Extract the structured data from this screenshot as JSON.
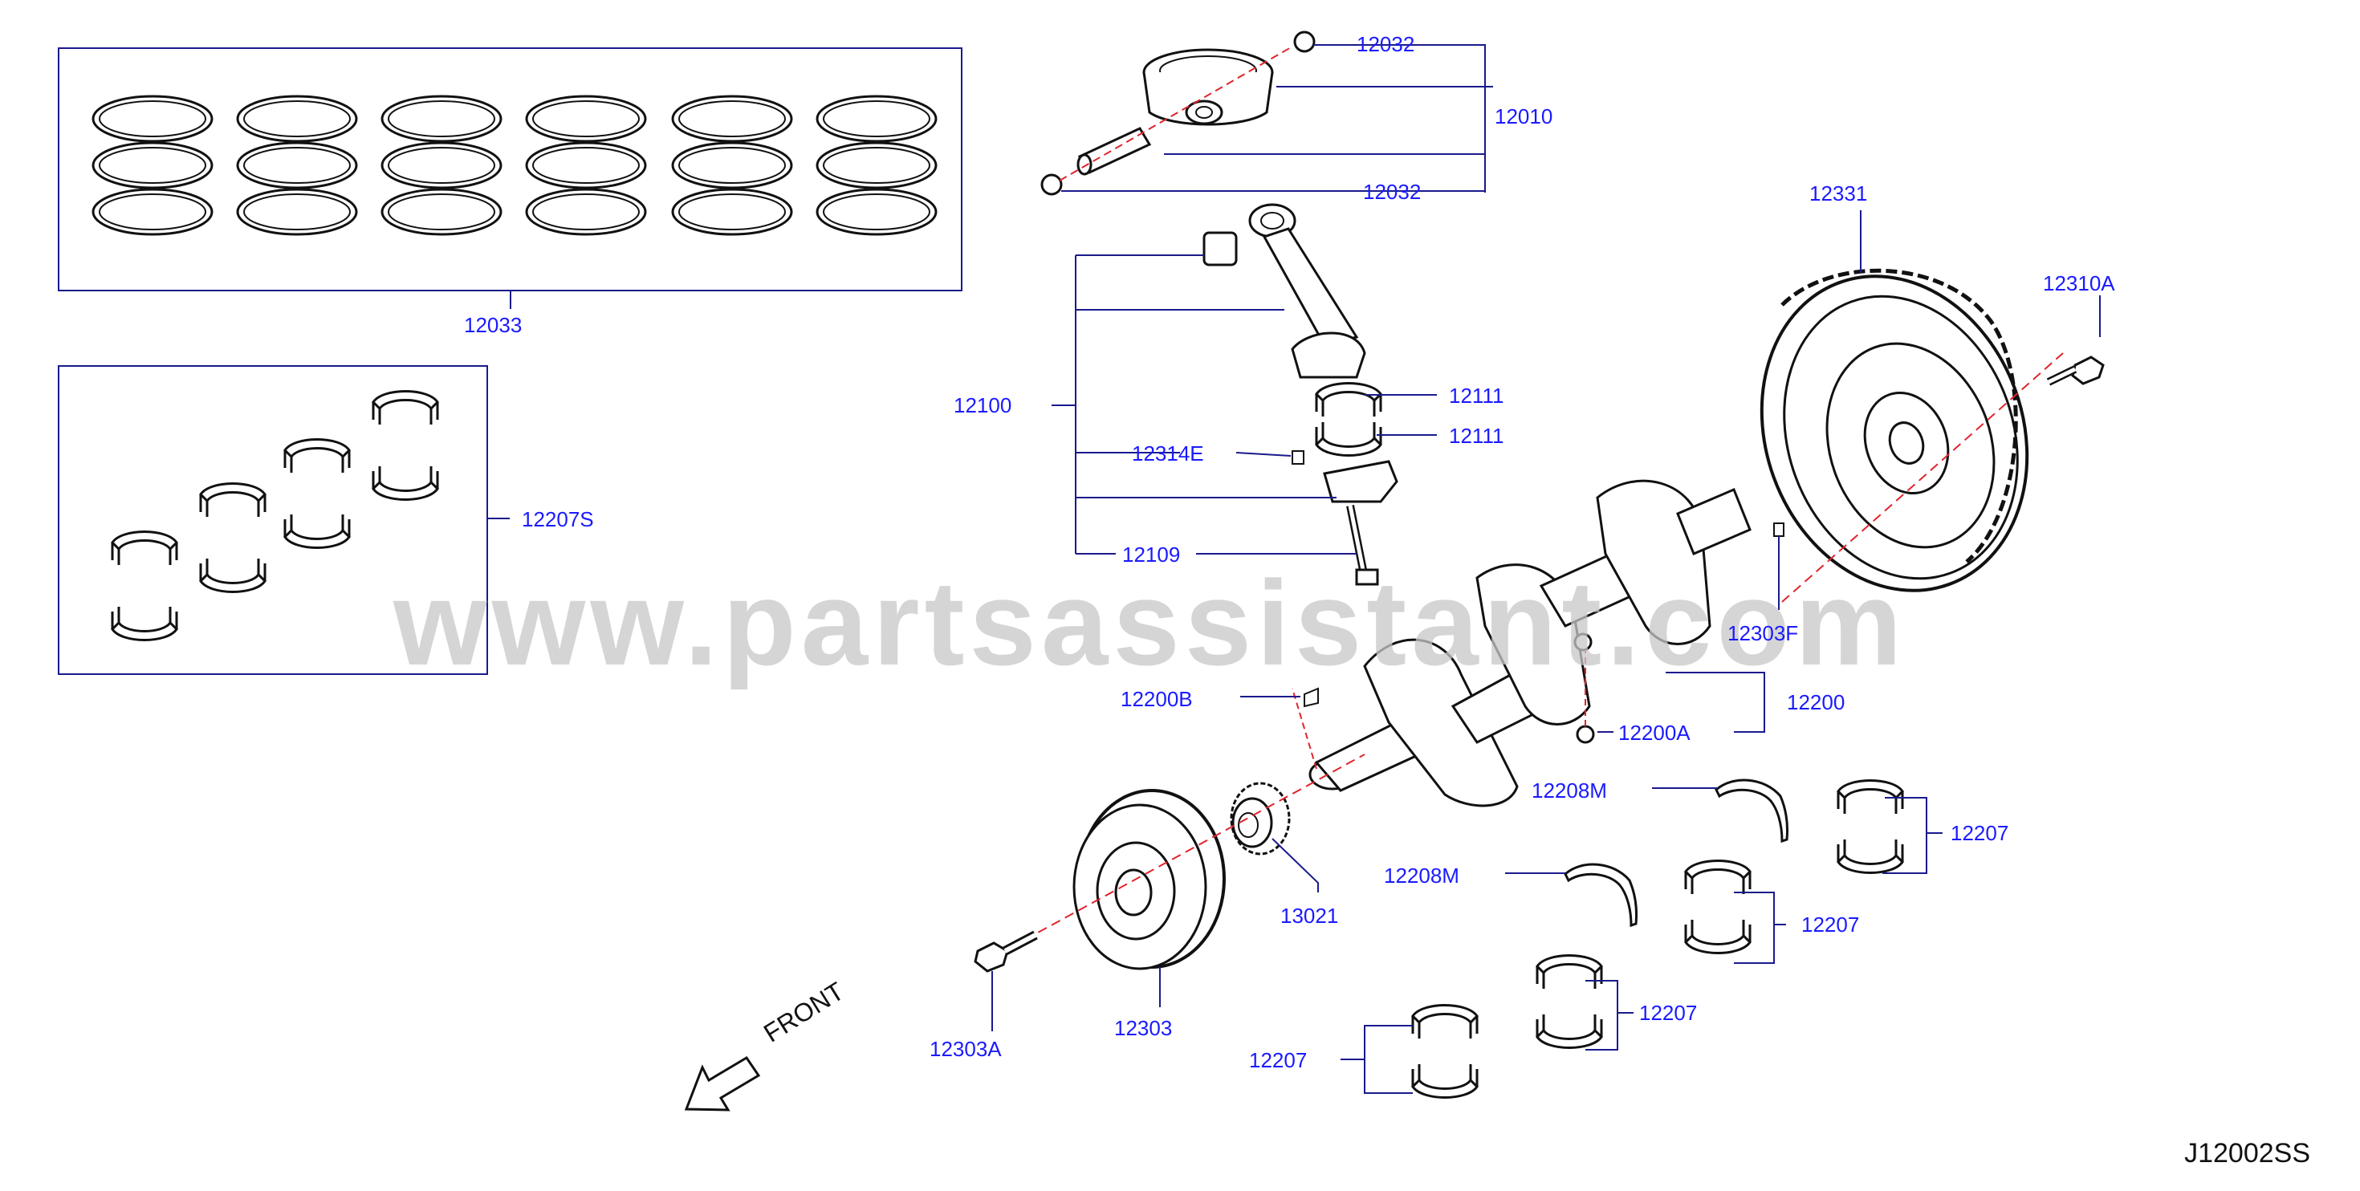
{
  "watermark": "www.partsassistant.com",
  "diagram_code": "J12002SS",
  "front_label": "FRONT",
  "parts": {
    "p12032_top": "12032",
    "p12010": "12010",
    "p12032_bottom": "12032",
    "p12033": "12033",
    "p12207S": "12207S",
    "p12100": "12100",
    "p12111_a": "12111",
    "p12111_b": "12111",
    "p12314E": "12314E",
    "p12109": "12109",
    "p12331": "12331",
    "p12310A": "12310A",
    "p12303F": "12303F",
    "p12200": "12200",
    "p12200B": "12200B",
    "p12200A": "12200A",
    "p12208M_a": "12208M",
    "p12208M_b": "12208M",
    "p12207_a": "12207",
    "p12207_b": "12207",
    "p12207_c": "12207",
    "p12207_d": "12207",
    "p13021": "13021",
    "p12303": "12303",
    "p12303A": "12303A"
  }
}
